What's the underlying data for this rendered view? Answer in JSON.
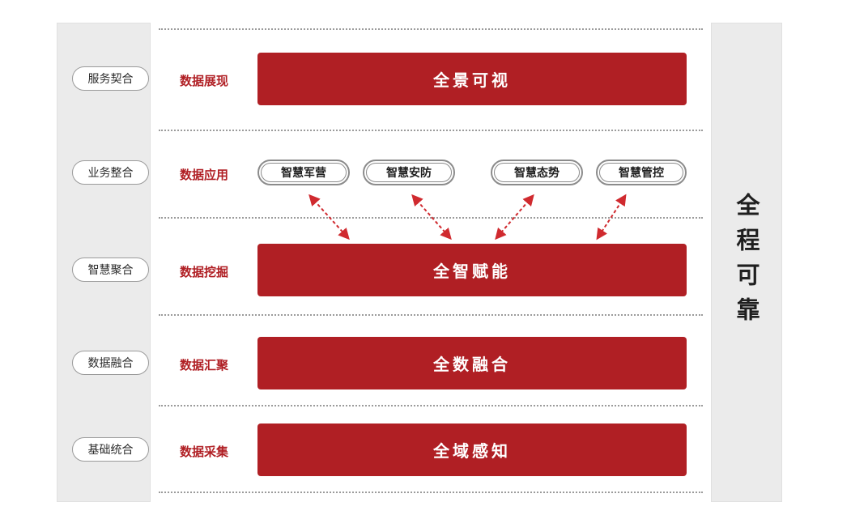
{
  "left_sidebar": {
    "items": [
      {
        "label": "服务契合"
      },
      {
        "label": "业务整合"
      },
      {
        "label": "智慧聚合"
      },
      {
        "label": "数据融合"
      },
      {
        "label": "基础统合"
      }
    ]
  },
  "layers": [
    {
      "stage": "数据展现",
      "bar": "全景可视"
    },
    {
      "stage": "数据应用",
      "apps": [
        "智慧军营",
        "智慧安防",
        "智慧态势",
        "智慧管控"
      ]
    },
    {
      "stage": "数据挖掘",
      "bar": "全智赋能"
    },
    {
      "stage": "数据汇聚",
      "bar": "全数融合"
    },
    {
      "stage": "数据采集",
      "bar": "全域感知"
    }
  ],
  "right_sidebar": {
    "label": "全程可靠"
  },
  "colors": {
    "primary_red": "#b01f24",
    "arrow_red": "#d02a2f",
    "panel_gray": "#ebebeb"
  }
}
